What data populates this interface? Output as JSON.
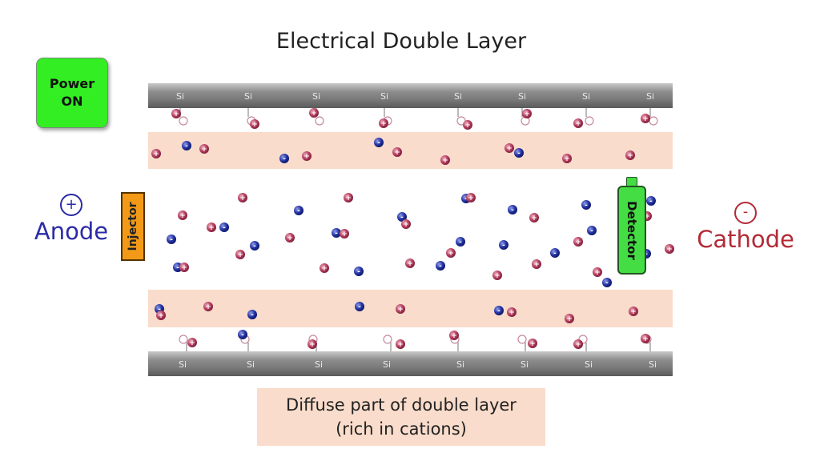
{
  "title": "Electrical Double Layer",
  "power_button": {
    "line1": "Power",
    "line2": "ON"
  },
  "anode": {
    "symbol": "+",
    "label": "Anode"
  },
  "cathode": {
    "symbol": "-",
    "label": "Cathode"
  },
  "injector_label": "Injector",
  "detector_label": "Detector",
  "wall_label": "Si",
  "cation_sign": "+",
  "anion_sign": "-",
  "caption": {
    "line1": "Diffuse part of double layer",
    "line2": "(rich in cations)"
  },
  "colors": {
    "wall": "#8c8c8c",
    "diffuse_layer": "#f9dccb",
    "cation": "#b23a5a",
    "anion": "#1f2fa0",
    "power_button": "#33ee22",
    "injector": "#f29a18",
    "detector": "#44dd44",
    "anode_text": "#2b2ba8",
    "cathode_text": "#b32935"
  }
}
